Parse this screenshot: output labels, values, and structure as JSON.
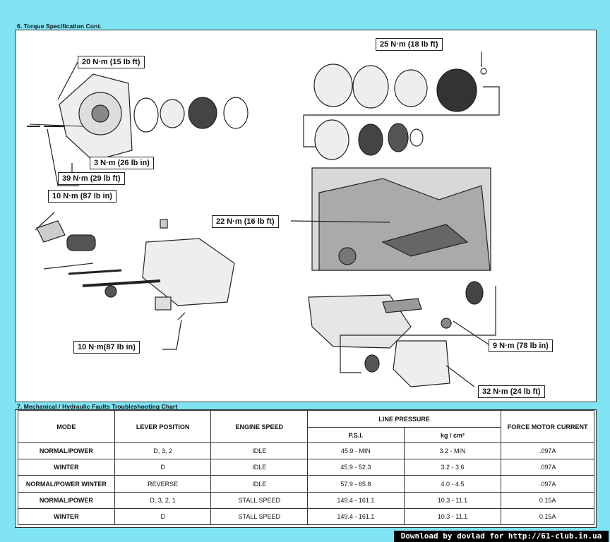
{
  "section6": {
    "title": "6. Torque Specification Cont."
  },
  "callouts": {
    "c1": "20 N·m (15 lb ft)",
    "c2": "3 N·m (26 lb in)",
    "c3": "39 N·m (29 lb ft)",
    "c4": "10 N·m (87 lb in)",
    "c5": "10 N·m(87 lb in)",
    "c6": "25 N·m (18 lb ft)",
    "c7": "22 N·m (16 lb ft)",
    "c8": "9 N·m (78 lb in)",
    "c9": "32 N·m (24 lb ft)"
  },
  "section7": {
    "title": "7. Mechanical / Hydraulic Faults Troubleshooting Chart"
  },
  "table": {
    "headers": {
      "mode": "MODE",
      "lever": "LEVER POSITION",
      "engine": "ENGINE SPEED",
      "line_pressure": "LINE PRESSURE",
      "psi": "P.S.I.",
      "kg": "kg / cm²",
      "force": "FORCE MOTOR CURRENT"
    },
    "rows": [
      {
        "mode": "NORMAL/POWER",
        "lever": "D, 3, 2",
        "engine": "IDLE",
        "psi": "45.9 - MIN",
        "kg": "3.2 - MIN",
        "current": ".097A"
      },
      {
        "mode": "WINTER",
        "lever": "D",
        "engine": "IDLE",
        "psi": "45.9 - 52.3",
        "kg": "3.2 - 3.6",
        "current": ".097A"
      },
      {
        "mode": "NORMAL/POWER WINTER",
        "lever": "REVERSE",
        "engine": "IDLE",
        "psi": "57.9 - 65.8",
        "kg": "4.0 - 4.5",
        "current": ".097A"
      },
      {
        "mode": "NORMAL/POWER",
        "lever": "D, 3, 2, 1",
        "engine": "STALL SPEED",
        "psi": "149.4 - 161.1",
        "kg": "10.3 - 11.1",
        "current": "0.15A"
      },
      {
        "mode": "WINTER",
        "lever": "D",
        "engine": "STALL SPEED",
        "psi": "149.4 - 161.1",
        "kg": "10.3 - 11.1",
        "current": "0.15A"
      }
    ]
  },
  "footer": {
    "text": "Download by dovlad for http://61-club.in.ua"
  }
}
